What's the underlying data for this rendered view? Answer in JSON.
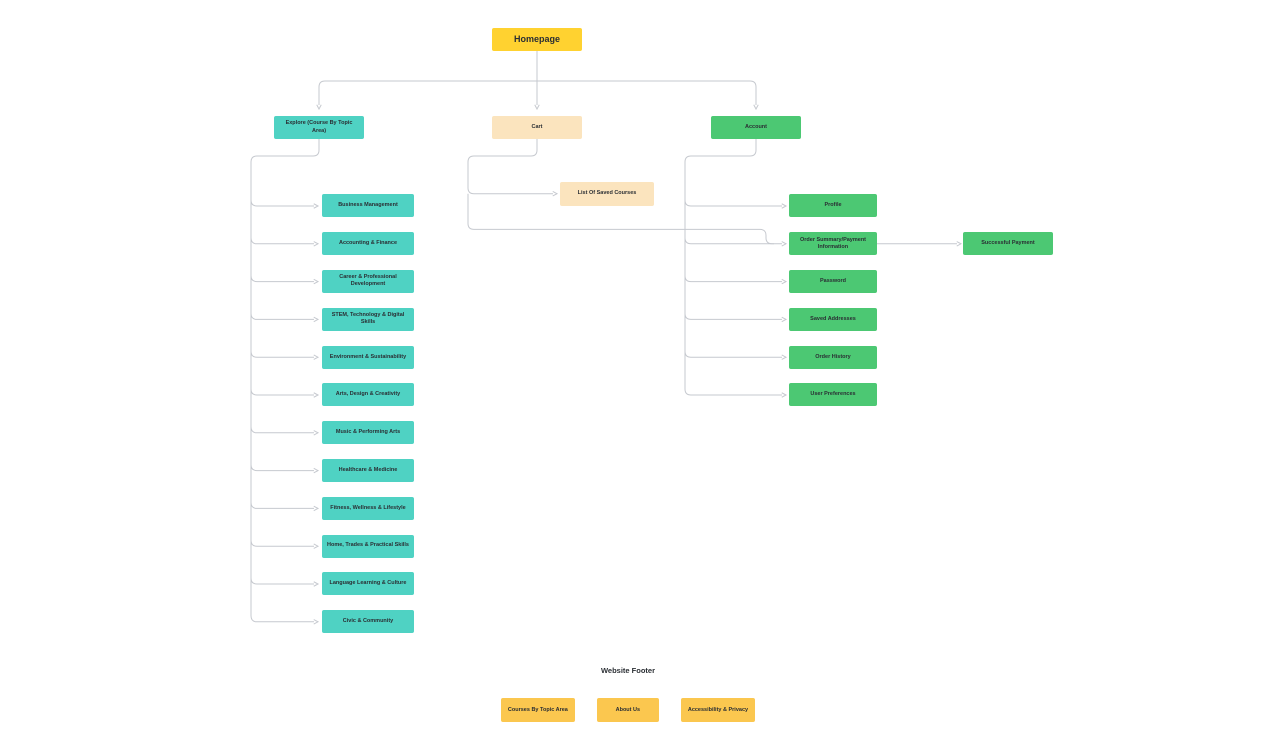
{
  "colors": {
    "background": "#FFFFFF",
    "homepage_yellow": "#FFD230",
    "footer_yellow": "#FBC74F",
    "teal": "#4FD2C3",
    "green": "#4CC873",
    "cream": "#FBE4BE",
    "line": "#C6C9CF",
    "text": "#2A2E33"
  },
  "nodes": {
    "homepage": "Homepage",
    "explore": "Explore (Course By Topic Area)",
    "cart": "Cart",
    "account": "Account",
    "saved_courses": "List Of Saved Courses",
    "successful_payment": "Successful Payment"
  },
  "explore_children": [
    "Business Management",
    "Accounting & Finance",
    "Career & Professional Development",
    "STEM, Technology & Digital Skills",
    "Environment & Sustainability",
    "Arts, Design & Creativity",
    "Music & Performing Arts",
    "Healthcare & Medicine",
    "Fitness, Wellness & Lifestyle",
    "Home, Trades & Practical Skills",
    "Language Learning & Culture",
    "Civic & Community"
  ],
  "account_children": [
    "Profile",
    "Order Summary/Payment Information",
    "Password",
    "Saved Addresses",
    "Order History",
    "User Preferences"
  ],
  "footer": {
    "heading": "Website Footer",
    "links": [
      "Courses By Topic Area",
      "About Us",
      "Accessibility & Privacy"
    ]
  }
}
